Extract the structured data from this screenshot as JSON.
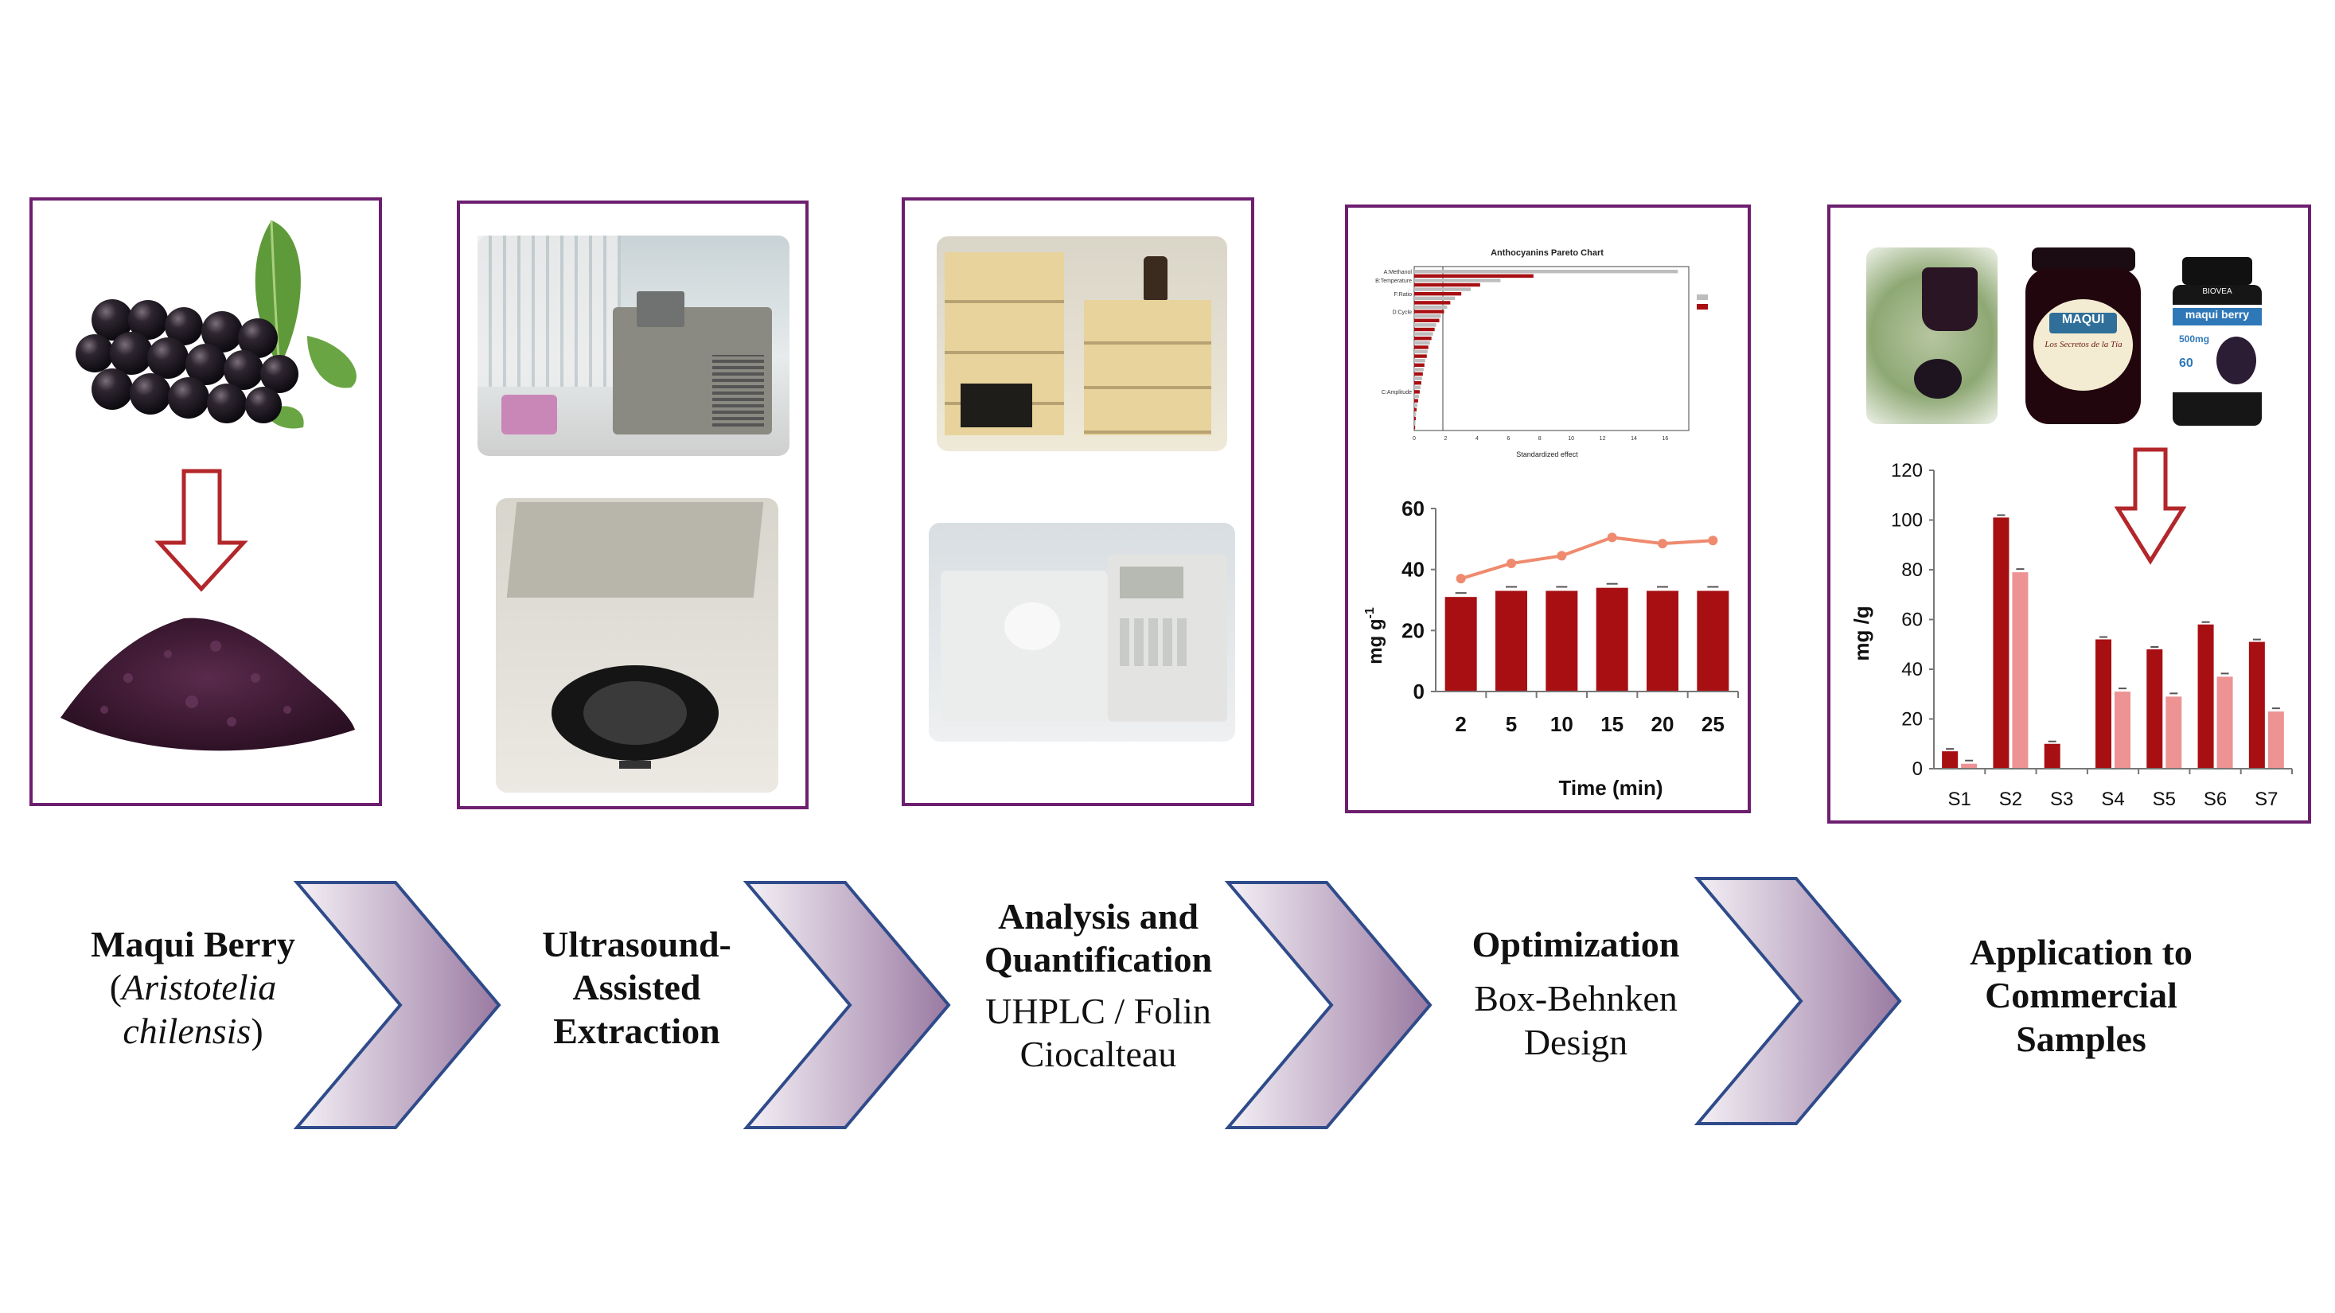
{
  "colors": {
    "frame": "#6d1f6f",
    "chevron_edge": "#2f4b8a",
    "dark_bar": "#a80f12",
    "light_bar": "#ee9393",
    "line_color": "#ef8a6e"
  },
  "icons": {
    "berry_photo": "maqui-berry-photo",
    "powder_photo": "berry-powder-photo",
    "down_arrow": "down-arrow-icon"
  },
  "steps": [
    {
      "title": "Maqui Berry",
      "sub_open": "(",
      "sub_italic": "Aristotelia chilensis",
      "sub_close": ")"
    },
    {
      "title_lines": [
        "Ultrasound-",
        "Assisted",
        "Extraction"
      ]
    },
    {
      "title_lines": [
        "Analysis and",
        "Quantification"
      ],
      "sub_lines": [
        "UHPLC / Folin",
        "Ciocalteau"
      ]
    },
    {
      "title": "Optimization",
      "sub_lines": [
        "Box-Behnken",
        "Design"
      ]
    },
    {
      "title_lines": [
        "Application to",
        "Commercial",
        "Samples"
      ]
    }
  ],
  "product_labels": {
    "jar_brand": "MAQUI",
    "jar_text": "Los Secretos de la Tía",
    "bottle_brand": "BIOVEA",
    "bottle_text": "maqui berry",
    "bottle_dose": "500mg",
    "bottle_count": "60"
  },
  "pareto": {
    "title": "Anthocyanins Pareto Chart",
    "xlabel": "Standardized effect",
    "factor_labels": [
      "A:Methanol",
      "B:Temperature",
      "F:Ratio",
      "D:Cycle",
      "C:Amplitude"
    ],
    "tick_labels": [
      "0",
      "2",
      "4",
      "6",
      "8",
      "10",
      "12",
      "14",
      "16"
    ]
  },
  "chart_data": [
    {
      "type": "bar",
      "title": "",
      "xlabel": "Time (min)",
      "ylabel": "mg g-1",
      "ylabel_main": "mg g",
      "ylabel_sup": "-1",
      "categories": [
        "2",
        "5",
        "10",
        "15",
        "20",
        "25"
      ],
      "ylim": [
        0,
        60
      ],
      "yticks": [
        "0",
        "20",
        "40",
        "60"
      ],
      "series": [
        {
          "kind": "bar",
          "values": [
            31,
            33,
            33,
            34,
            33,
            33
          ]
        },
        {
          "kind": "line",
          "values": [
            37,
            42,
            44.5,
            50.5,
            48.5,
            49.5
          ]
        }
      ]
    },
    {
      "type": "bar",
      "title": "",
      "xlabel": "",
      "ylabel": "mg /g",
      "categories": [
        "S1",
        "S2",
        "S3",
        "S4",
        "S5",
        "S6",
        "S7"
      ],
      "ylim": [
        0,
        120
      ],
      "yticks": [
        "0",
        "20",
        "40",
        "60",
        "80",
        "100",
        "120"
      ],
      "series": [
        {
          "kind": "dark",
          "values": [
            7,
            101,
            10,
            52,
            48,
            58,
            51
          ]
        },
        {
          "kind": "light",
          "values": [
            2,
            79,
            null,
            31,
            29,
            37,
            23
          ]
        }
      ]
    }
  ]
}
